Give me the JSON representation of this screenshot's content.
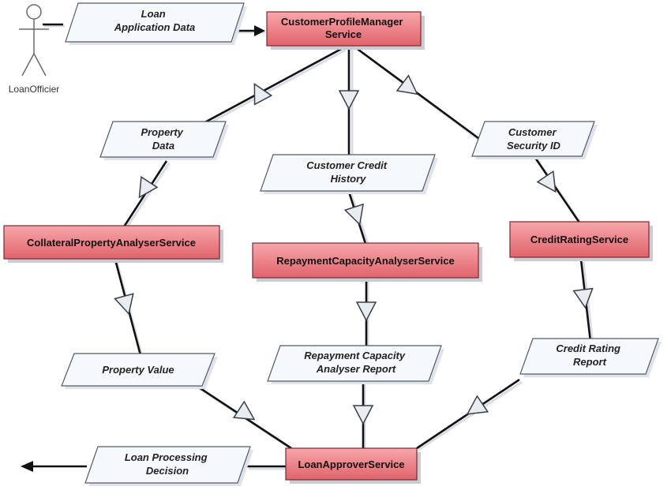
{
  "actor": {
    "label": "LoanOfficier"
  },
  "services": {
    "customer_profile_manager": {
      "lines": [
        "CustomerProfileManager",
        "Service"
      ]
    },
    "collateral_property_analyser": {
      "lines": [
        "CollateralPropertyAnalyserService"
      ]
    },
    "repayment_capacity_analyser": {
      "lines": [
        "RepaymentCapacityAnalyserService"
      ]
    },
    "credit_rating": {
      "lines": [
        "CreditRatingService"
      ]
    },
    "loan_approver": {
      "lines": [
        "LoanApproverService"
      ]
    }
  },
  "data_items": {
    "loan_application_data": {
      "lines": [
        "Loan",
        "Application Data"
      ]
    },
    "property_data": {
      "lines": [
        "Property",
        "Data"
      ]
    },
    "customer_credit_history": {
      "lines": [
        "Customer Credit",
        "History"
      ]
    },
    "customer_security_id": {
      "lines": [
        "Customer",
        "Security ID"
      ]
    },
    "property_value": {
      "lines": [
        "Property Value"
      ]
    },
    "repayment_capacity_report": {
      "lines": [
        "Repayment Capacity",
        "Analyser Report"
      ]
    },
    "credit_rating_report": {
      "lines": [
        "Credit Rating",
        "Report"
      ]
    },
    "loan_processing_decision": {
      "lines": [
        "Loan Processing",
        "Decision"
      ]
    }
  },
  "colors": {
    "service_fill_top": "#f7a7ab",
    "service_fill_bottom": "#e0636b",
    "data_fill": "#f6f9fc",
    "connector": "#111111"
  }
}
